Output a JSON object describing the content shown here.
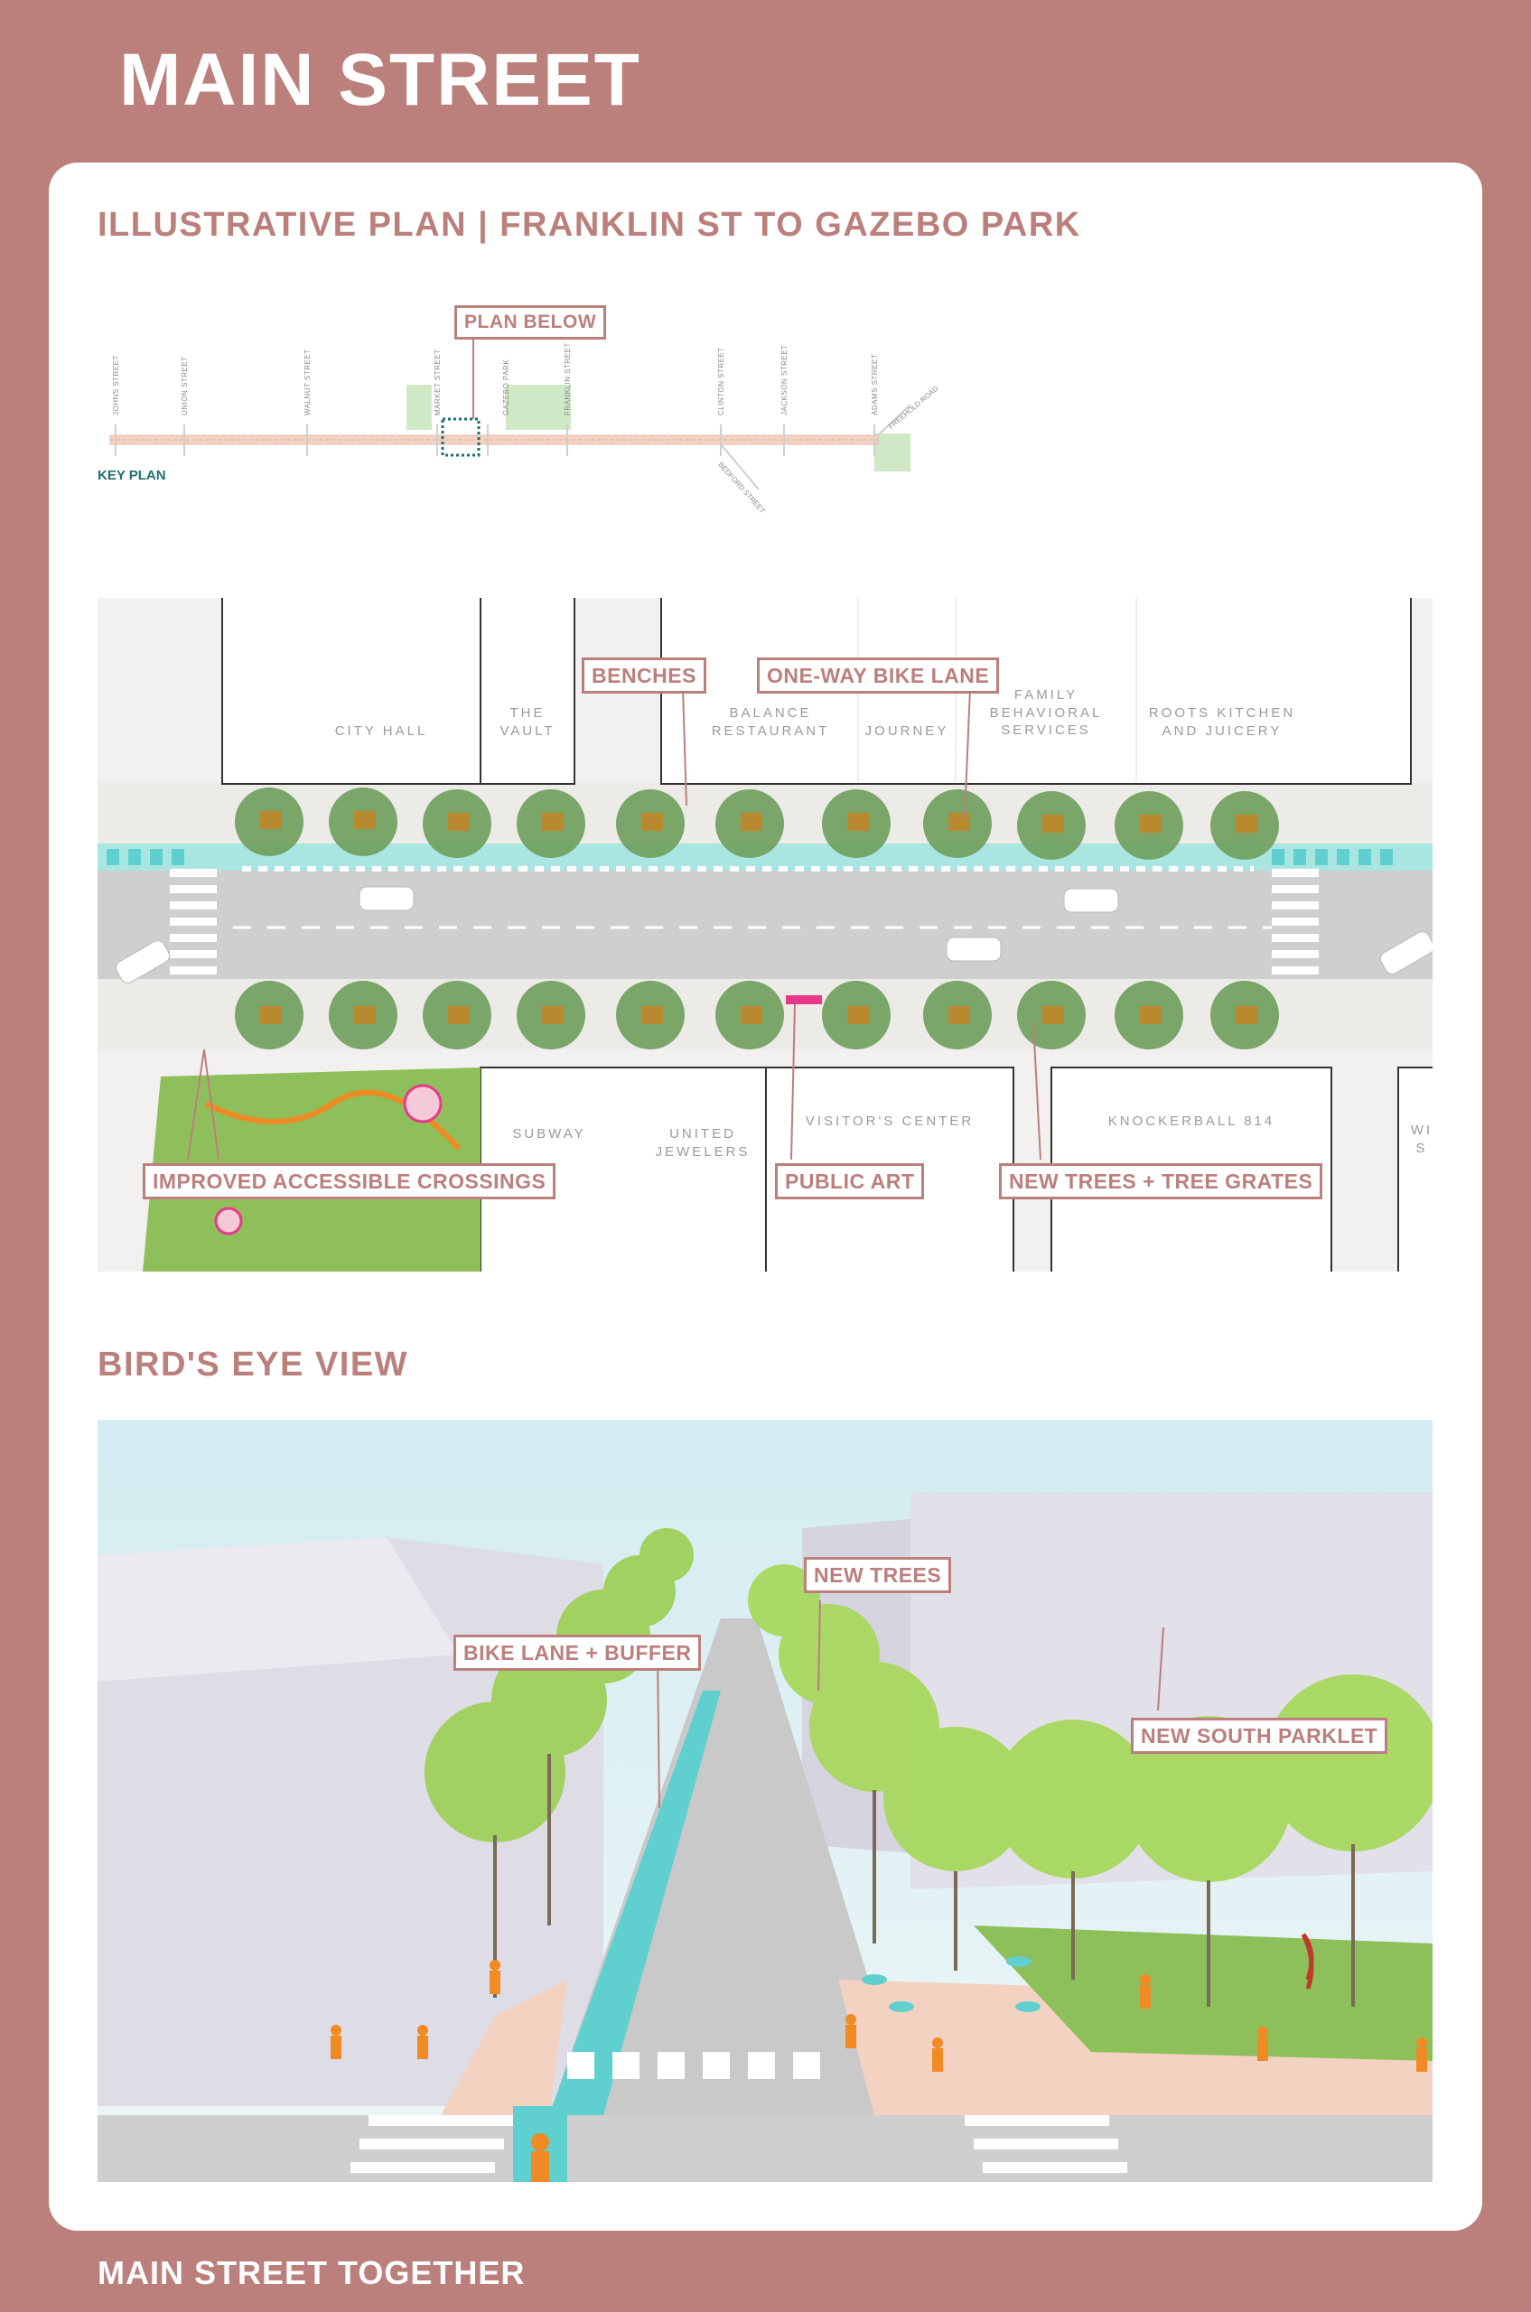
{
  "header": {
    "title": "MAIN STREET"
  },
  "plan_section": {
    "title": "ILLUSTRATIVE PLAN  |   FRANKLIN ST TO GAZEBO PARK",
    "key_plan_label": "KEY PLAN",
    "plan_below_label": "PLAN BELOW",
    "streets": [
      "JOHNS STREET",
      "UNION STREET",
      "WALNUT STREET",
      "MARKET STREET",
      "GAZEBO PARK",
      "FRANKLIN STREET",
      "CLINTON STREET",
      "JACKSON STREET",
      "ADAMS STREET"
    ],
    "side_streets": [
      "BEDFORD STREET",
      "FREEHOLD ROAD"
    ],
    "north_buildings": [
      {
        "label": "CITY HALL"
      },
      {
        "label": "THE\nVAULT"
      },
      {
        "label": "BALANCE\nRESTAURANT"
      },
      {
        "label": "JOURNEY"
      },
      {
        "label": "FAMILY\nBEHAVIORAL\nSERVICES"
      },
      {
        "label": "ROOTS KITCHEN\nAND JUICERY"
      }
    ],
    "south_buildings": [
      {
        "label": "SUBWAY"
      },
      {
        "label": "UNITED\nJEWELERS"
      },
      {
        "label": "VISITOR'S CENTER"
      },
      {
        "label": "KNOCKERBALL 814"
      },
      {
        "label": "WI\nS"
      }
    ],
    "callouts": {
      "benches": "BENCHES",
      "bike_lane": "ONE-WAY BIKE LANE",
      "crossings": "IMPROVED ACCESSIBLE CROSSINGS",
      "public_art": "PUBLIC ART",
      "new_trees": "NEW TREES + TREE GRATES"
    }
  },
  "birds_eye": {
    "title": "BIRD'S EYE VIEW",
    "callouts": {
      "new_trees": "NEW TREES",
      "bike_lane": "BIKE LANE + BUFFER",
      "parklet": "NEW SOUTH PARKLET"
    }
  },
  "footer": {
    "text": "MAIN STREET TOGETHER"
  },
  "colors": {
    "brand": "#bb7f7c",
    "bike_lane": "#5fcfcf",
    "accent_orange": "#f08a24",
    "accent_pink": "#e8388a",
    "key_plan_teal": "#1e6f74"
  }
}
